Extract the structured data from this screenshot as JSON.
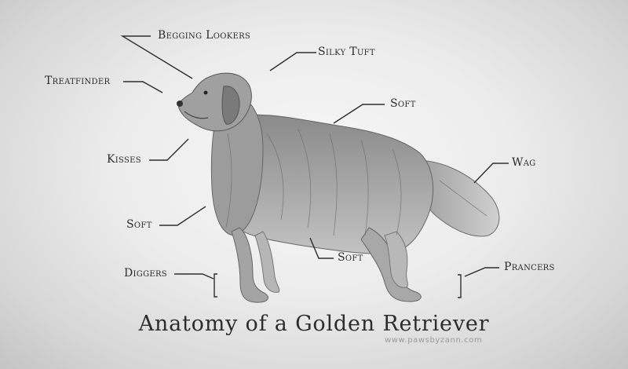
{
  "labels": {
    "begging_lookers": "Begging Lookers",
    "silky_tuft": "Silky Tuft",
    "treatfinder": "Treatfinder",
    "soft_back": "Soft",
    "kisses": "Kisses",
    "wag": "Wag",
    "soft_chest": "Soft",
    "soft_belly": "Soft",
    "diggers": "Diggers",
    "prancers": "Prancers"
  },
  "title": "Anatomy of a Golden Retriever",
  "watermark": "www.pawsbyzann.com"
}
